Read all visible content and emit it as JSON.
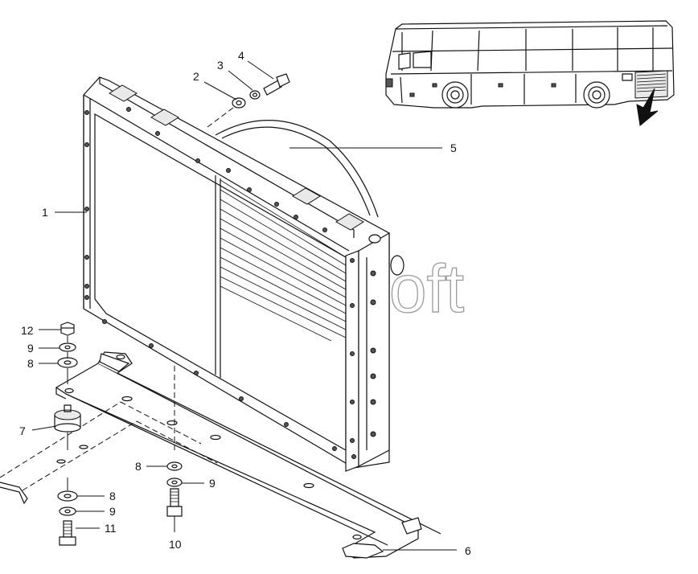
{
  "watermark": "AutoSoft",
  "callouts": {
    "c1": "1",
    "c2": "2",
    "c3": "3",
    "c4": "4",
    "c5": "5",
    "c6": "6",
    "c7": "7",
    "c8a": "8",
    "c8b": "8",
    "c8c": "8",
    "c9a": "9",
    "c9b": "9",
    "c9c": "9",
    "c10": "10",
    "c11": "11",
    "c12": "12"
  },
  "icons": {
    "bus": "bus-location-icon",
    "arrow": "location-arrow-icon"
  }
}
